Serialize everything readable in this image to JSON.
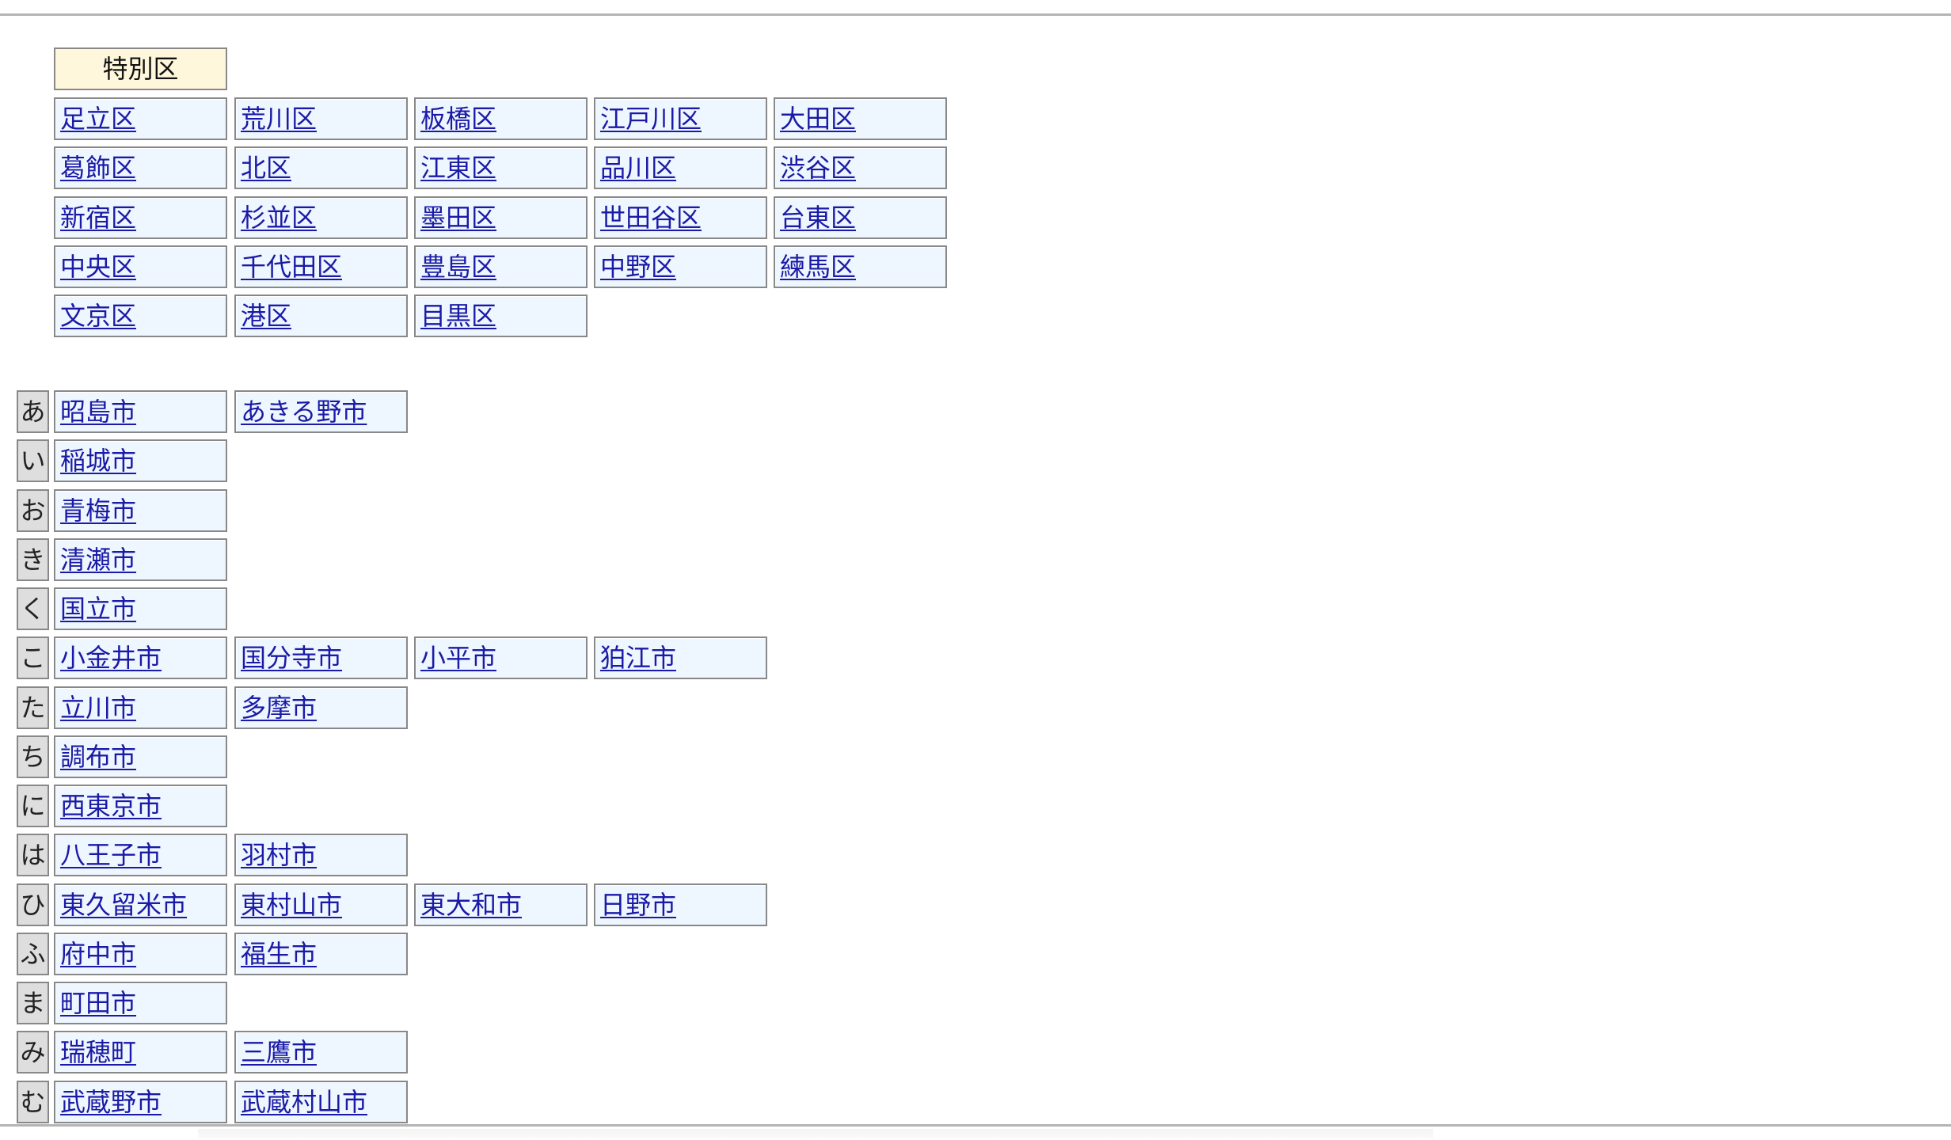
{
  "special_wards": {
    "header": "特別区",
    "rows": [
      [
        "足立区",
        "荒川区",
        "板橋区",
        "江戸川区",
        "大田区"
      ],
      [
        "葛飾区",
        "北区",
        "江東区",
        "品川区",
        "渋谷区"
      ],
      [
        "新宿区",
        "杉並区",
        "墨田区",
        "世田谷区",
        "台東区"
      ],
      [
        "中央区",
        "千代田区",
        "豊島区",
        "中野区",
        "練馬区"
      ],
      [
        "文京区",
        "港区",
        "目黒区"
      ]
    ]
  },
  "cities": [
    {
      "kana": "あ",
      "items": [
        "昭島市",
        "あきる野市"
      ]
    },
    {
      "kana": "い",
      "items": [
        "稲城市"
      ]
    },
    {
      "kana": "お",
      "items": [
        "青梅市"
      ]
    },
    {
      "kana": "き",
      "items": [
        "清瀬市"
      ]
    },
    {
      "kana": "く",
      "items": [
        "国立市"
      ]
    },
    {
      "kana": "こ",
      "items": [
        "小金井市",
        "国分寺市",
        "小平市",
        "狛江市"
      ]
    },
    {
      "kana": "た",
      "items": [
        "立川市",
        "多摩市"
      ]
    },
    {
      "kana": "ち",
      "items": [
        "調布市"
      ]
    },
    {
      "kana": "に",
      "items": [
        "西東京市"
      ]
    },
    {
      "kana": "は",
      "items": [
        "八王子市",
        "羽村市"
      ]
    },
    {
      "kana": "ひ",
      "items": [
        "東久留米市",
        "東村山市",
        "東大和市",
        "日野市"
      ]
    },
    {
      "kana": "ふ",
      "items": [
        "府中市",
        "福生市"
      ]
    },
    {
      "kana": "ま",
      "items": [
        "町田市"
      ]
    },
    {
      "kana": "み",
      "items": [
        "瑞穂町",
        "三鷹市"
      ]
    },
    {
      "kana": "む",
      "items": [
        "武蔵野市",
        "武蔵村山市"
      ]
    }
  ],
  "colors": {
    "cell_bg": "#eef6ff",
    "header_bg": "#fff7dc",
    "kana_bg": "#dedede",
    "link": "#1a1aa6",
    "border": "#888888"
  }
}
